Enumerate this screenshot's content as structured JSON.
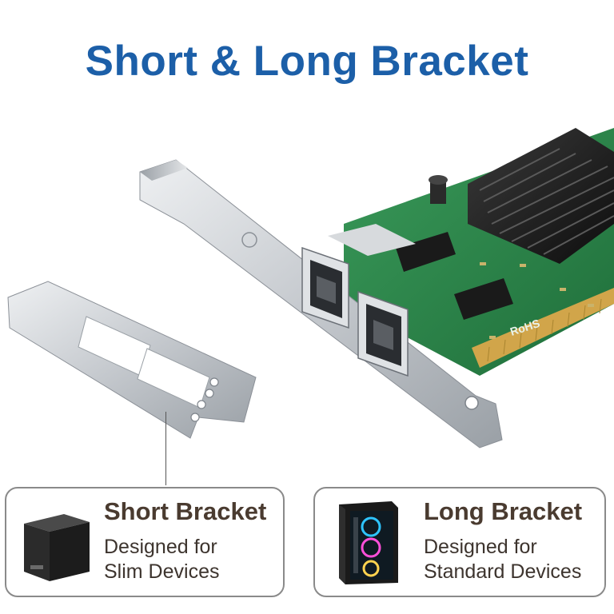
{
  "title": "Short & Long Bracket",
  "cards": {
    "short": {
      "title": "Short Bracket",
      "desc_line1": "Designed for",
      "desc_line2": "Slim Devices",
      "icon": "slim-case-icon"
    },
    "long": {
      "title": "Long Bracket",
      "desc_line1": "Designed for",
      "desc_line2": "Standard Devices",
      "icon": "tower-case-icon"
    }
  },
  "board": {
    "rohs_mark": "RoHS"
  },
  "colors": {
    "title": "#1c5fa8",
    "pcb": "#2f8a4e",
    "bracket": "#c9cdd2",
    "heatsink": "#1c1c1c",
    "card_border": "#8a8a8a",
    "card_text": "#4a3b30"
  }
}
